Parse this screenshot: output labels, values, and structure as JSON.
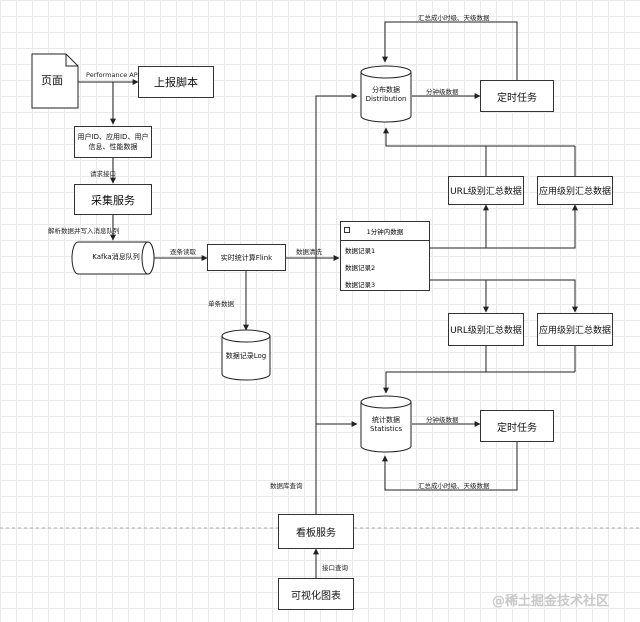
{
  "nodes": {
    "page": "页面",
    "report_script": "上报脚本",
    "user_info": "用户ID、应用ID、用户信息、性能数据",
    "collect_service": "采集服务",
    "kafka": "Kafka消息队列",
    "flink": "实时统计算Flink",
    "log_store": "数据记录Log",
    "distribution_db_cn": "分布数据",
    "distribution_db_en": "Distribution",
    "timer_task_top": "定时任务",
    "url_summary_top": "URL级别汇总数据",
    "app_summary_top": "应用级别汇总数据",
    "url_summary_bottom": "URL级别汇总数据",
    "app_summary_bottom": "应用级别汇总数据",
    "statistics_db_cn": "统计数据",
    "statistics_db_en": "Statistics",
    "timer_task_bottom": "定时任务",
    "dashboard_service": "看板服务",
    "visual_chart": "可视化图表"
  },
  "panel": {
    "title": "1分钟内数据",
    "rows": [
      "数据记录1",
      "数据记录2",
      "数据记录3"
    ]
  },
  "edge_labels": {
    "performance_api": "Performance API",
    "request_api": "请求接口",
    "parse_and_push": "解析数据并写入消息队列",
    "per_record": "逐条读取",
    "single_data": "单条数据",
    "data_cleaning": "数据清洗",
    "top_loop": "汇总成小时级、天级数据",
    "minute_top": "分钟级数据",
    "minute_bottom": "分钟级数据",
    "bottom_loop": "汇总成小时级、天级数据",
    "data_query": "数据库查询",
    "api_query": "接口查询"
  },
  "watermark": "@稀土掘金技术社区"
}
